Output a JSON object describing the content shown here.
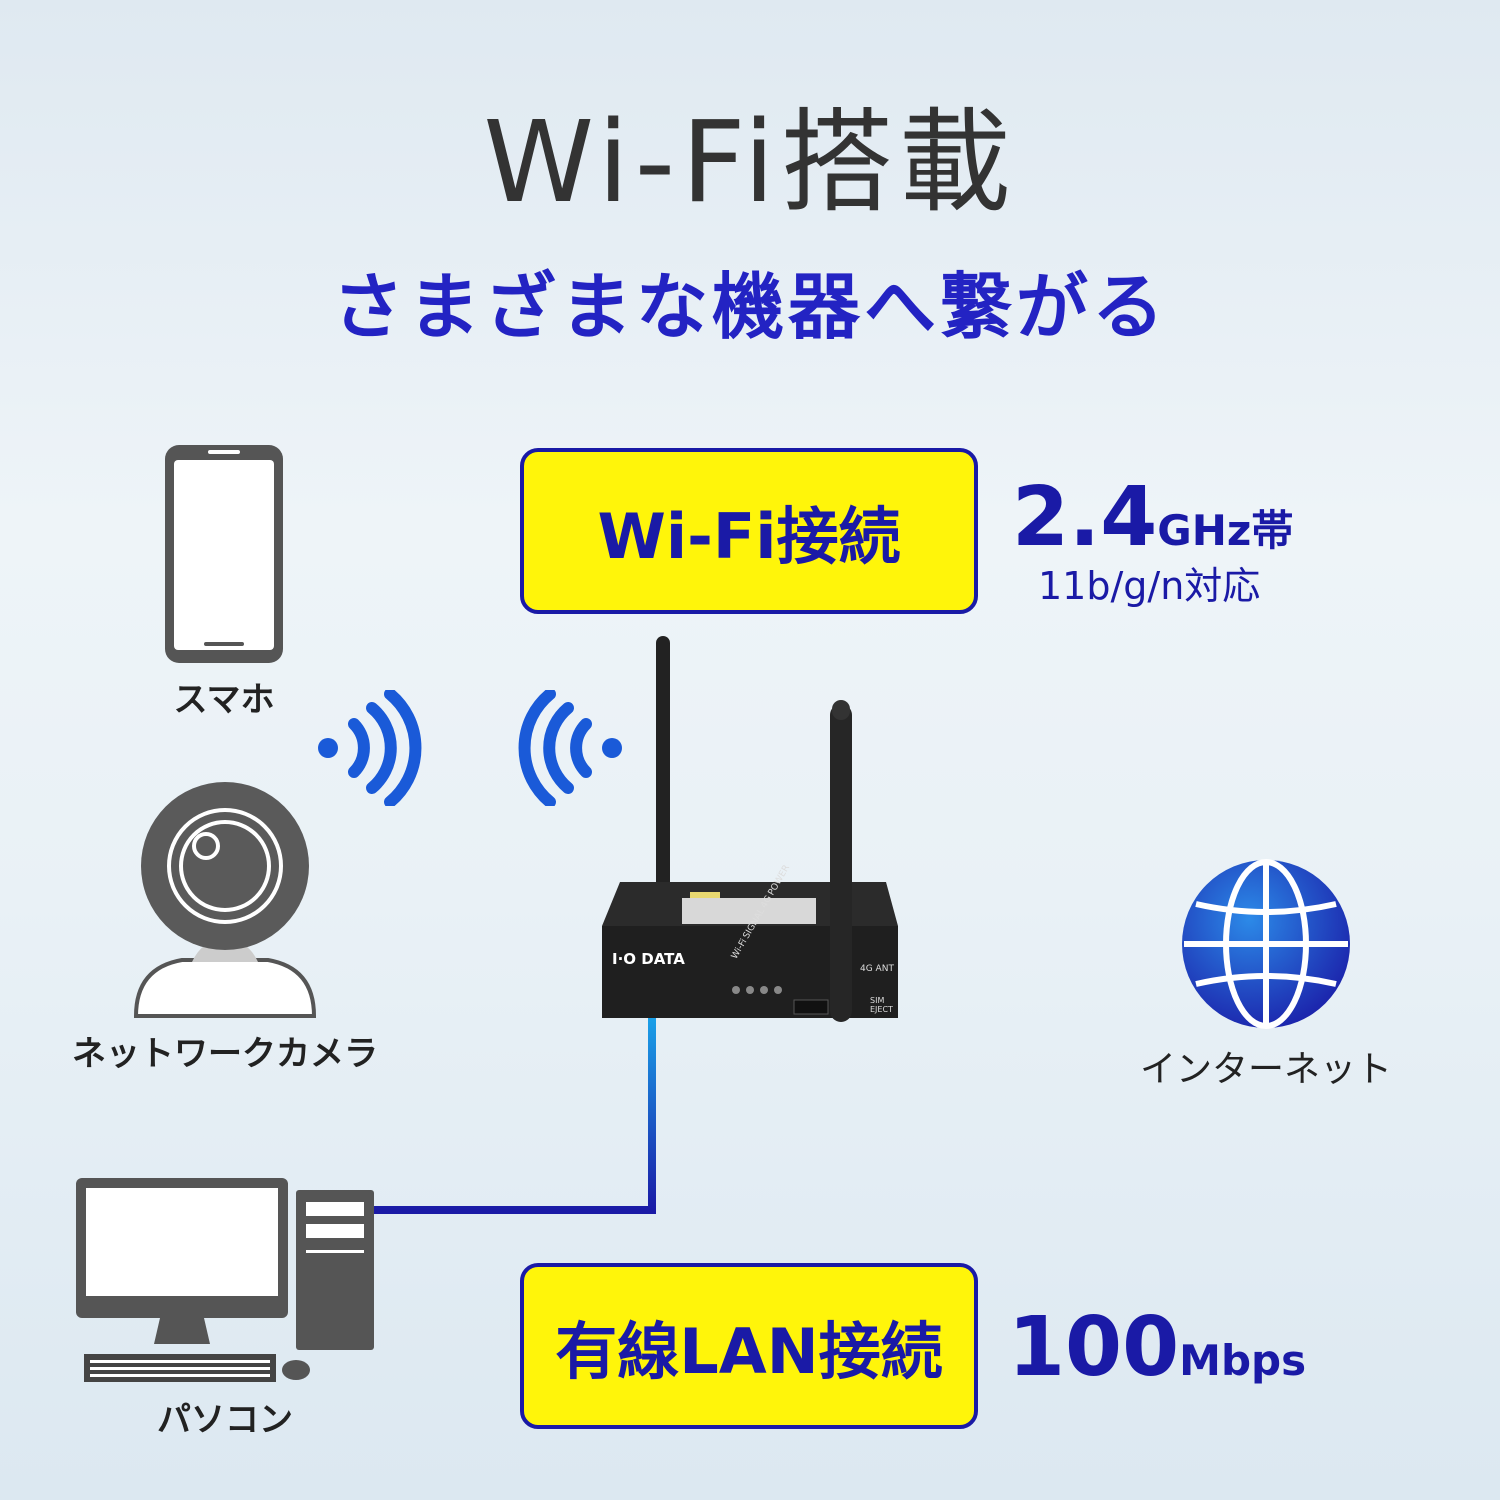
{
  "title": "Wi-Fi搭載",
  "subtitle": "さまざまな機器へ繋がる",
  "wifi_badge": "Wi-Fi接続",
  "wifi_spec": {
    "value": "2.4",
    "unit": "GHz帯",
    "standards": "11b/g/n対応"
  },
  "lan_badge": "有線LAN接続",
  "lan_spec": {
    "value": "100",
    "unit": "Mbps"
  },
  "devices": {
    "smartphone": "スマホ",
    "camera": "ネットワークカメラ",
    "pc": "パソコン",
    "internet": "インターネット"
  },
  "router": {
    "brand": "I·O DATA",
    "leds": [
      "Wi-Fi",
      "SIGNAL",
      "4G",
      "POWER"
    ],
    "ant_label": "4G ANT",
    "sim_label": "SIM EJECT"
  },
  "colors": {
    "accent": "#1a1aa6",
    "badge_fill": "#fff50a",
    "subtitle": "#2323c3",
    "line": "#1a5ad8"
  },
  "icons": [
    "smartphone-icon",
    "webcam-icon",
    "desktop-pc-icon",
    "globe-icon",
    "wifi-signal-icon",
    "router-image"
  ]
}
